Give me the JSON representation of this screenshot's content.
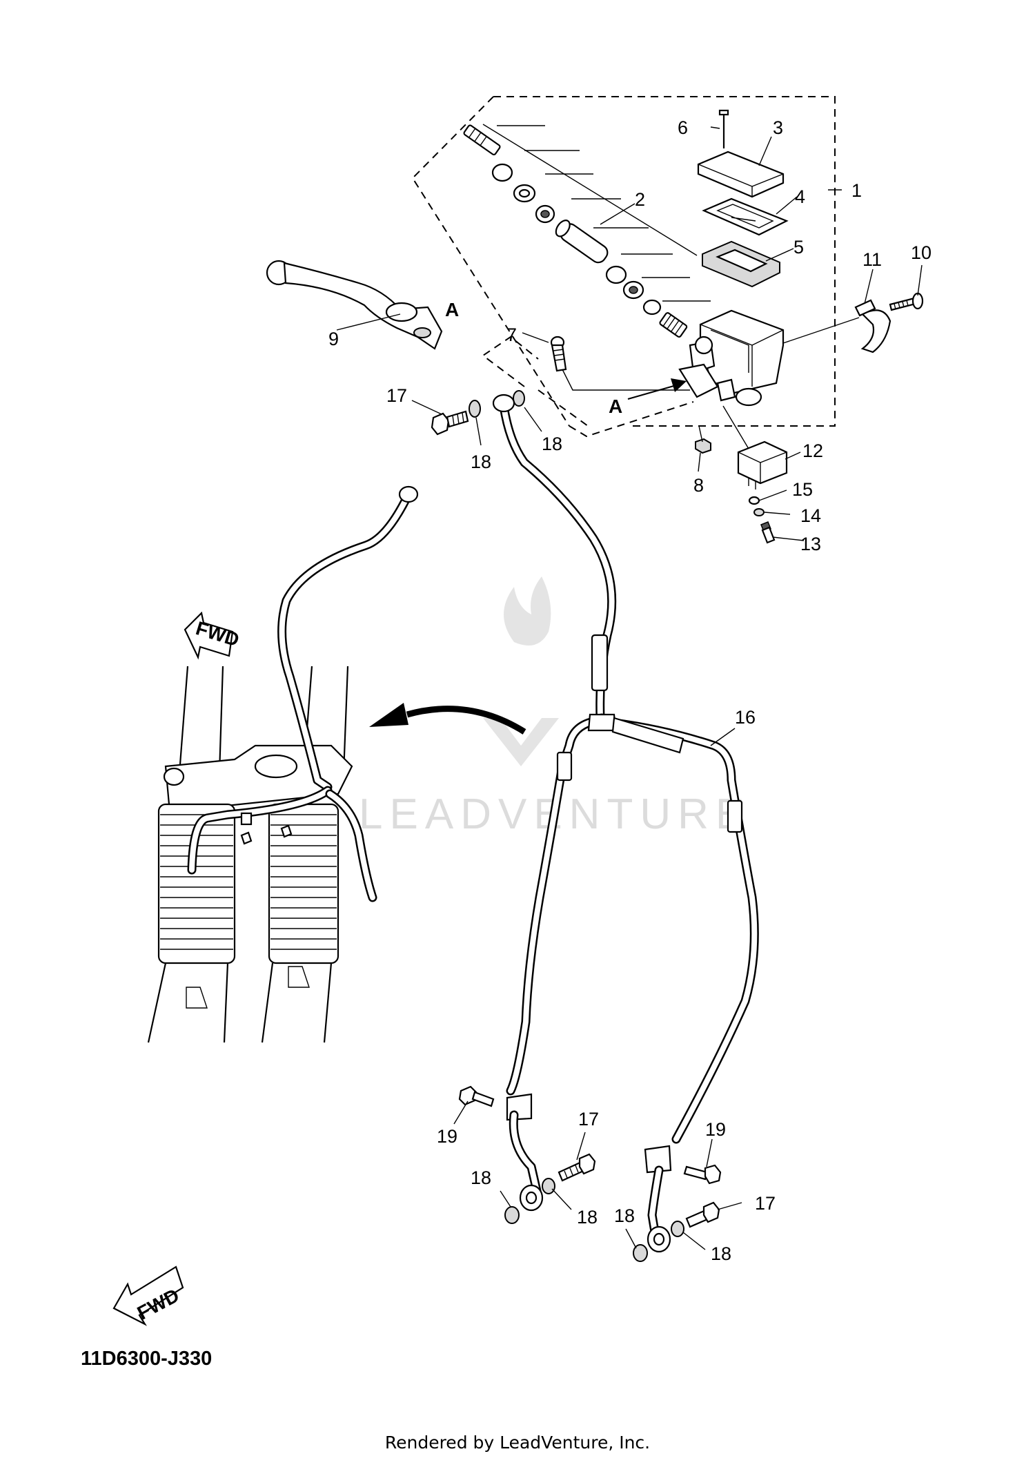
{
  "diagram_code": "11D6300-J330",
  "footer": "Rendered by LeadVenture, Inc.",
  "watermark": "LEADVENTURE",
  "callouts": {
    "c1": "1",
    "c2": "2",
    "c3": "3",
    "c4": "4",
    "c5": "5",
    "c6": "6",
    "c7": "7",
    "c8": "8",
    "c9": "9",
    "c10": "10",
    "c11": "11",
    "c12": "12",
    "c13": "13",
    "c14": "14",
    "c15": "15",
    "c16": "16",
    "c17a": "17",
    "c17b": "17",
    "c17c": "17",
    "c18a": "18",
    "c18b": "18",
    "c18c": "18",
    "c18d": "18",
    "c18e": "18",
    "c18f": "18",
    "c19a": "19",
    "c19b": "19"
  },
  "ref_marks": {
    "a_lever": "A",
    "a_arrow": "A"
  },
  "fwd": {
    "fork": "FWD",
    "corner": "FWD"
  }
}
